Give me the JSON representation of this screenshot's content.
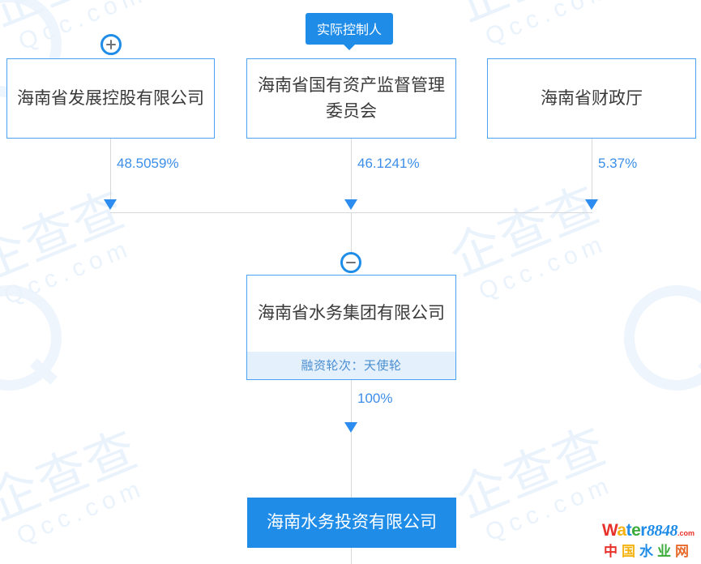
{
  "graph": {
    "type": "equity-structure-tree",
    "badge": {
      "label": "实际控制人"
    },
    "shareholders": [
      {
        "id": "node-dev-holding",
        "name": "海南省发展控股有限公司",
        "percent": "48.5059%",
        "toggle": "plus"
      },
      {
        "id": "node-sasac",
        "name": "海南省国有资产监督管理委员会",
        "percent": "46.1241%",
        "toggle": "none",
        "badge": "实际控制人"
      },
      {
        "id": "node-finance-dept",
        "name": "海南省财政厅",
        "percent": "5.37%",
        "toggle": "none"
      }
    ],
    "middle": {
      "id": "node-water-group",
      "name": "海南省水务集团有限公司",
      "footer": "融资轮次：天使轮",
      "percent": "100%",
      "toggle": "minus"
    },
    "target": {
      "id": "node-water-invest",
      "name": "海南水务投资有限公司"
    },
    "colors": {
      "accent": "#1f8de8",
      "node_border": "#4aa3f0",
      "percent_text": "#3c8ee8",
      "line": "#d6d8da",
      "footer_bg": "#e4f0fb",
      "footer_text": "#4b8ed1",
      "node_text": "#3a3a3a",
      "watermark": "#eaf3fc"
    }
  },
  "watermark": {
    "cn": "企查查",
    "en": "Qcc.com"
  },
  "site_logo": {
    "word_w": "W",
    "word_a": "a",
    "word_t": "t",
    "word_e": "e",
    "word_r": "r",
    "number": "8848",
    "dotcom": ".com",
    "subtitle": "中国水业网",
    "colors": {
      "w": "#e8312a",
      "a": "#f5b311",
      "t": "#1f8de8",
      "e": "#3bab3b",
      "r": "#1f8de8",
      "number": "#1f8de8",
      "dotcom": "#e8312a"
    }
  }
}
